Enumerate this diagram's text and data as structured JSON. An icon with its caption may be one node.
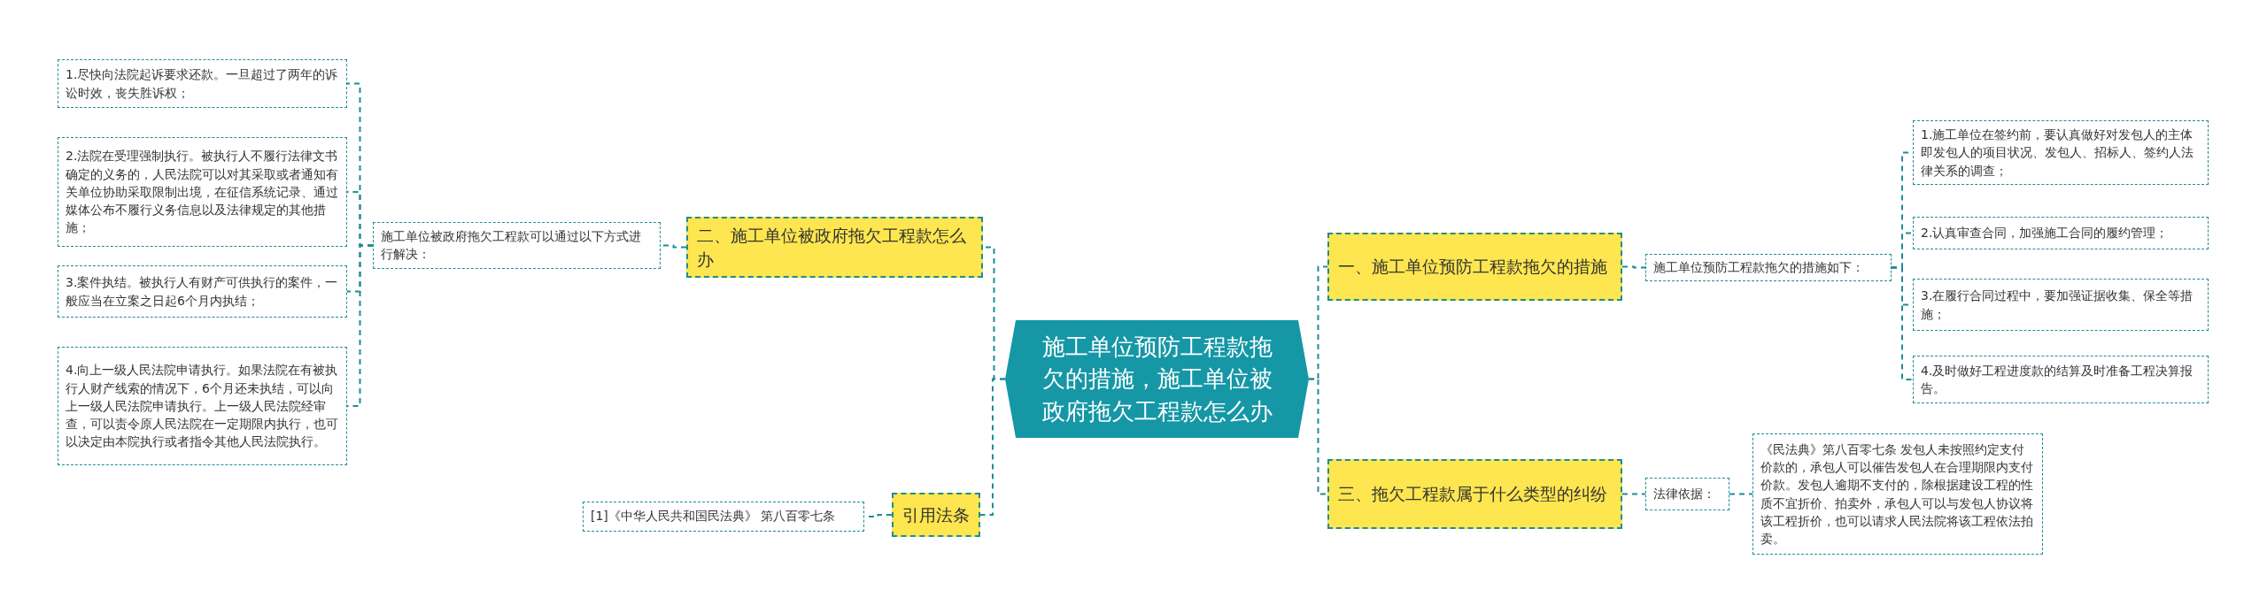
{
  "diagram": {
    "nodes": [
      {
        "text": [
          "施工单位预防工程款拖欠的措施，施工单位被政府拖欠工程款怎么办"
        ]
      },
      {
        "text": [
          "二、施工单位被政府拖欠工程款怎么办"
        ]
      },
      {
        "text": [
          "施工单位被政府拖欠工程款可以通过以下方式进行解决："
        ]
      },
      {
        "text": [
          "1.尽快向法院起诉要求还款。一旦超过了两年的诉讼时效，丧失胜诉权；"
        ]
      },
      {
        "text": [
          "2.法院在受理强制执行。被执行人不履行法律文书确定的义务的，人民法院可以对其采取或者通知有关单位协助采取限制出境，在征信系统记录、通过媒体公布不履行义务信息以及法律规定的其他措施；"
        ]
      },
      {
        "text": [
          "3.案件执结。被执行人有财产可供执行的案件，一般应当在立案之日起6个月内执结；"
        ]
      },
      {
        "text": [
          "4.向上一级人民法院申请执行。如果法院在有被执行人财产线索的情况下，6个月还未执结，可以向上一级人民法院申请执行。上一级人民法院经审查，可以责令原人民法院在一定期限内执行，也可以决定由本院执行或者指令其他人民法院执行。"
        ]
      },
      {
        "text": [
          "引用法条"
        ]
      },
      {
        "text": [
          "[1]《中华人民共和国民法典》 第八百零七条"
        ]
      },
      {
        "text": [
          "一、施工单位预防工程款拖欠的措施"
        ]
      },
      {
        "text": [
          "施工单位预防工程款拖欠的措施如下："
        ]
      },
      {
        "text": [
          "1.施工单位在签约前，要认真做好对发包人的主体即发包人的项目状况、发包人、招标人、签约人法律关系的调查；"
        ]
      },
      {
        "text": [
          "2.认真审查合同，加强施工合同的履约管理；"
        ]
      },
      {
        "text": [
          "3.在履行合同过程中，要加强证据收集、保全等措施；"
        ]
      },
      {
        "text": [
          "4.及时做好工程进度款的结算及时准备工程决算报告。"
        ]
      },
      {
        "text": [
          "三、拖欠工程款属于什么类型的纠纷"
        ]
      },
      {
        "text": [
          "法律依据："
        ]
      },
      {
        "text": [
          "《民法典》第八百零七条 发包人未按照约定支付价款的，承包人可以催告发包人在合理期限内支付价款。发包人逾期不支付的，除根据建设工程的性质不宜折价、拍卖外，承包人可以与发包人协议将该工程折价，也可以请求人民法院将该工程依法拍卖。"
        ]
      }
    ],
    "edges": [
      {
        "from": 0,
        "to": 1,
        "arrow": "none"
      },
      {
        "from": 1,
        "to": 2,
        "arrow": "none"
      },
      {
        "from": 2,
        "to": 3,
        "arrow": "none"
      },
      {
        "from": 2,
        "to": 4,
        "arrow": "none"
      },
      {
        "from": 2,
        "to": 5,
        "arrow": "none"
      },
      {
        "from": 2,
        "to": 6,
        "arrow": "none"
      },
      {
        "from": 0,
        "to": 7,
        "arrow": "none"
      },
      {
        "from": 7,
        "to": 8,
        "arrow": "none"
      },
      {
        "from": 0,
        "to": 9,
        "arrow": "none"
      },
      {
        "from": 9,
        "to": 10,
        "arrow": "none"
      },
      {
        "from": 10,
        "to": 11,
        "arrow": "none"
      },
      {
        "from": 10,
        "to": 12,
        "arrow": "none"
      },
      {
        "from": 10,
        "to": 13,
        "arrow": "none"
      },
      {
        "from": 10,
        "to": 14,
        "arrow": "none"
      },
      {
        "from": 0,
        "to": 15,
        "arrow": "none"
      },
      {
        "from": 15,
        "to": 16,
        "arrow": "none"
      },
      {
        "from": 16,
        "to": 17,
        "arrow": "none"
      }
    ]
  }
}
